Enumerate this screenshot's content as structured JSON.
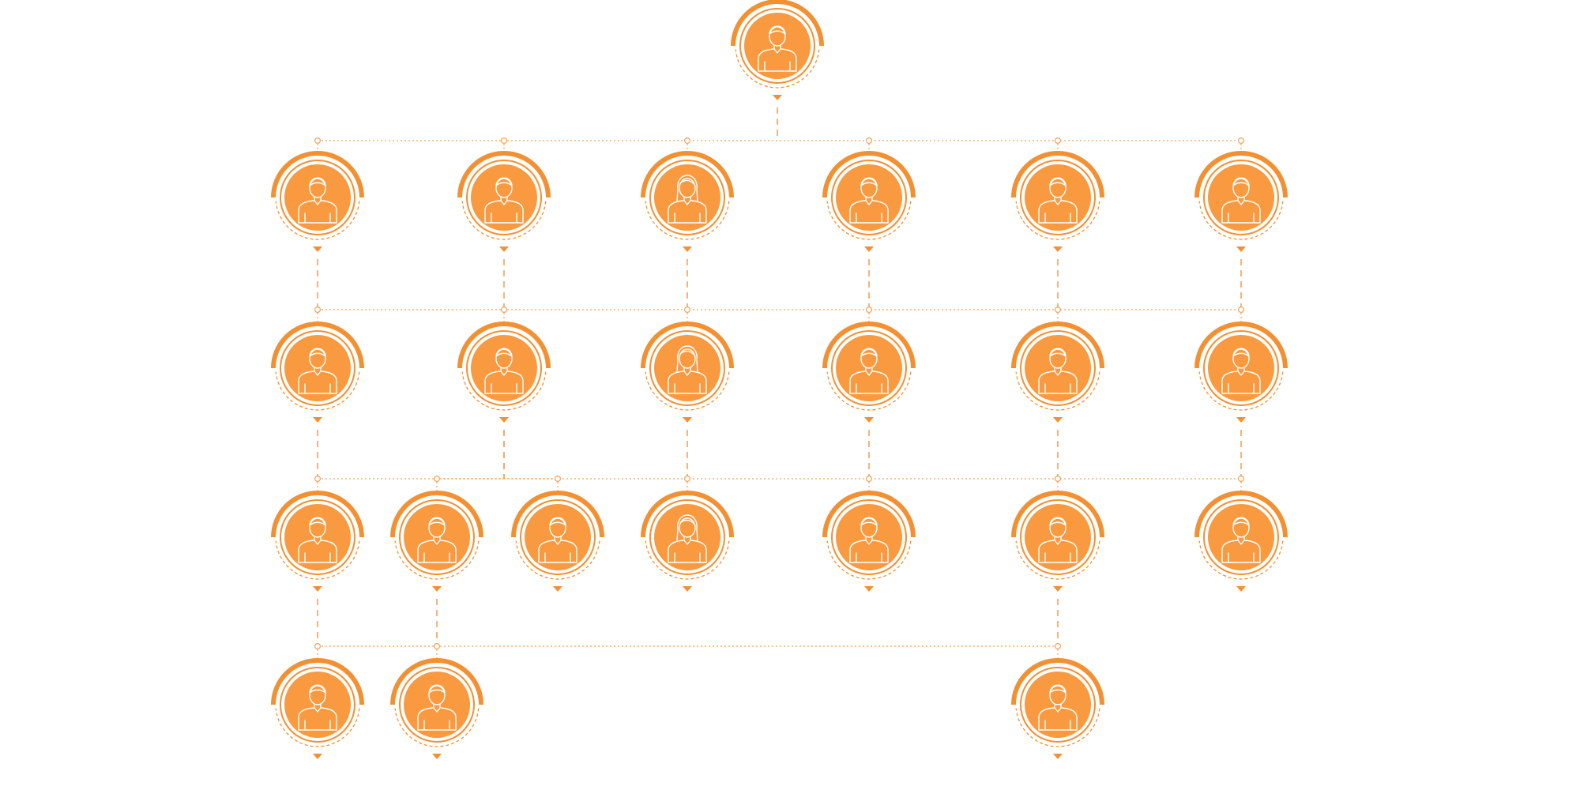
{
  "diagram": {
    "kind": "org-chart",
    "node_icon": "person-avatar-icon",
    "colors": {
      "accent": "#F39032",
      "fill": "#F99A40",
      "line": "#F3A25C",
      "figure_stroke": "#FFFFFF",
      "background": "#FFFFFF"
    },
    "root": {
      "id": "root",
      "figure": "male",
      "children": [
        {
          "id": "c1",
          "figure": "male",
          "children": [
            {
              "id": "c1-1",
              "figure": "male",
              "children": [
                {
                  "id": "c1-1-1",
                  "figure": "male",
                  "children": [
                    {
                      "id": "c1-1-1-1",
                      "figure": "male",
                      "children": []
                    }
                  ]
                }
              ]
            }
          ]
        },
        {
          "id": "c2",
          "figure": "male",
          "children": [
            {
              "id": "c2-1",
              "figure": "male",
              "children": [
                {
                  "id": "c2-1-1",
                  "figure": "male",
                  "children": [
                    {
                      "id": "c2-1-1-1",
                      "figure": "male",
                      "children": []
                    }
                  ]
                },
                {
                  "id": "c2-1-2",
                  "figure": "male",
                  "children": []
                }
              ]
            }
          ]
        },
        {
          "id": "c3",
          "figure": "female",
          "children": [
            {
              "id": "c3-1",
              "figure": "female",
              "children": [
                {
                  "id": "c3-1-1",
                  "figure": "female",
                  "children": []
                }
              ]
            }
          ]
        },
        {
          "id": "c4",
          "figure": "male",
          "children": [
            {
              "id": "c4-1",
              "figure": "male",
              "children": [
                {
                  "id": "c4-1-1",
                  "figure": "male",
                  "children": []
                }
              ]
            }
          ]
        },
        {
          "id": "c5",
          "figure": "male",
          "children": [
            {
              "id": "c5-1",
              "figure": "male",
              "children": [
                {
                  "id": "c5-1-1",
                  "figure": "male",
                  "children": [
                    {
                      "id": "c5-1-1-1",
                      "figure": "male",
                      "children": []
                    }
                  ]
                }
              ]
            }
          ]
        },
        {
          "id": "c6",
          "figure": "male",
          "children": [
            {
              "id": "c6-1",
              "figure": "male",
              "children": [
                {
                  "id": "c6-1-1",
                  "figure": "male",
                  "children": []
                }
              ]
            }
          ]
        }
      ]
    }
  }
}
